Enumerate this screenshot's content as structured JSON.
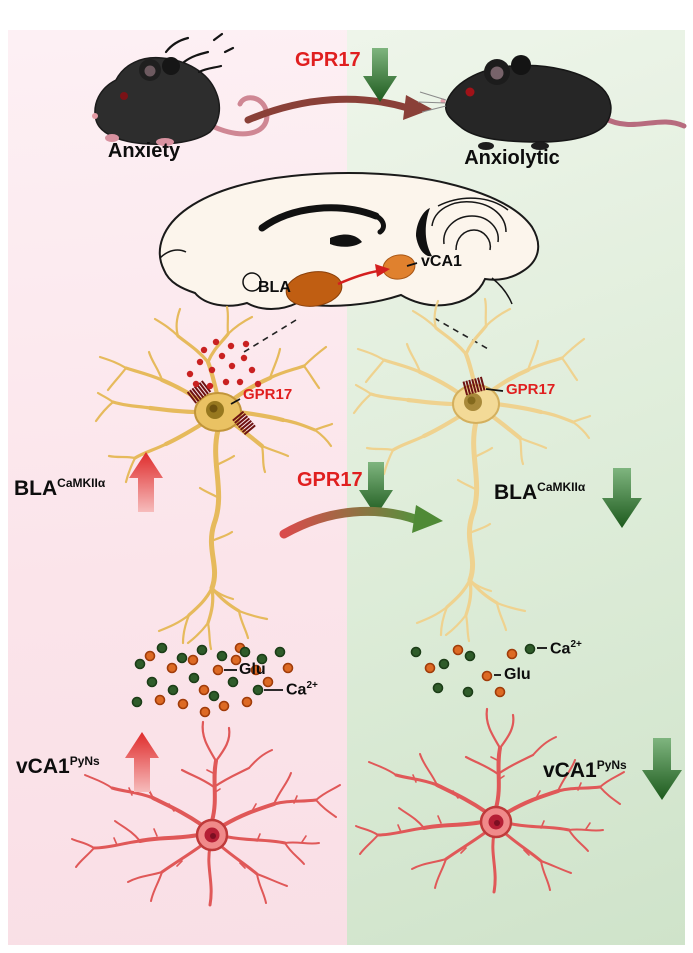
{
  "palette": {
    "anxiety_bg": "#fbe4ea",
    "anxiolytic_bg": "#ddecd8",
    "gpr17_text_red": "#e01f1f",
    "up_arrow_red": "#df2b2b",
    "down_arrow_green": "#1d5a1d",
    "transition_arrow": "#8a4038",
    "bla_neuron_yellow": "#eac263",
    "vca1_neuron_pink": "#f08a8a",
    "glu_dot_orange": "#dd6a24",
    "ca_dot_green": "#2f5c2a"
  },
  "top_section": {
    "anxiety_label": "Anxiety",
    "gpr17_label": "GPR17",
    "anxiolytic_label": "Anxiolytic"
  },
  "brain_section": {
    "bla_label": "BLA",
    "vca1_label": "vCA1"
  },
  "left_panel": {
    "gpr17_label": "GPR17",
    "bla_base": "BLA",
    "bla_sup": "CaMKIIα",
    "glu_label": "Glu",
    "ca_base": "Ca",
    "ca_sup": "2+",
    "vca1_base": "vCA1",
    "vca1_sup": "PyNs"
  },
  "center_section": {
    "gpr17_label": "GPR17"
  },
  "right_panel": {
    "gpr17_label": "GPR17",
    "bla_base": "BLA",
    "bla_sup": "CaMKIIα",
    "ca_base": "Ca",
    "ca_sup": "2+",
    "glu_label": "Glu",
    "vca1_base": "vCA1",
    "vca1_sup": "PyNs"
  }
}
